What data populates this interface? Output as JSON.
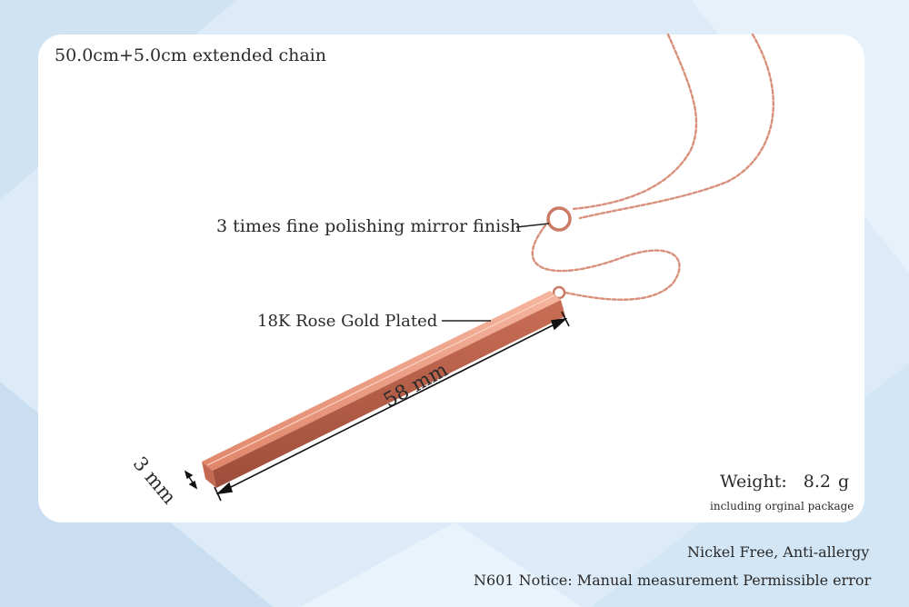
{
  "annotations": {
    "chain_length": "50.0cm+5.0cm extended chain",
    "polish": "3 times fine polishing mirror finish",
    "plated": "18K Rose Gold Plated",
    "bar_length": "58 mm",
    "bar_width": "3 mm"
  },
  "weight": {
    "label": "Weight:",
    "value": "8.2",
    "unit": "g",
    "note": "including orginal package"
  },
  "footer": {
    "nickel": "Nickel Free, Anti-allergy",
    "notice": "N601 Notice: Manual measurement Permissible error"
  },
  "colors": {
    "background": "#dcebf7",
    "card": "#ffffff",
    "rose_gold": "#e4947a",
    "rose_gold_dark": "#b8604a"
  }
}
